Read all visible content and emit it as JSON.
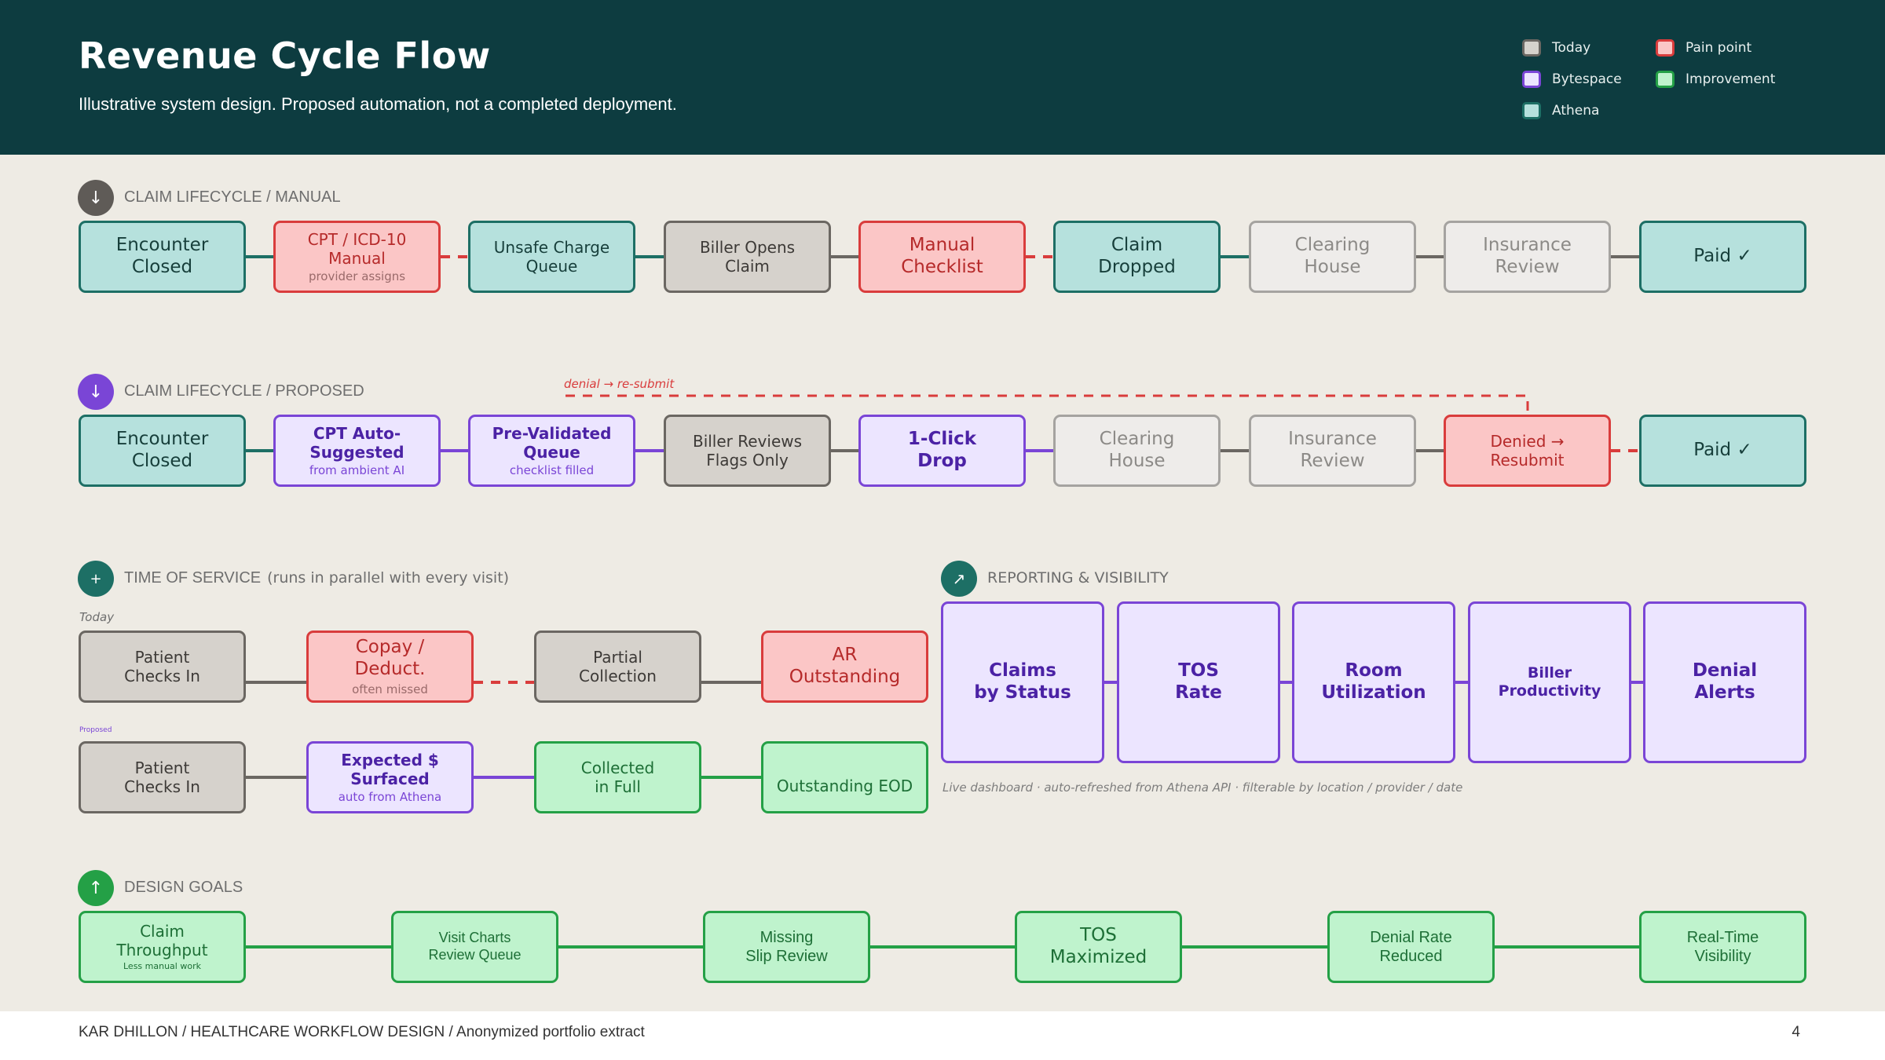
{
  "header": {
    "title": "Revenue Cycle Flow",
    "subtitle": "Illustrative system design. Proposed automation, not a completed deployment."
  },
  "legend": [
    {
      "key": "today",
      "label": "Today",
      "fill": "#d6d2cc",
      "border": "#6b6762"
    },
    {
      "key": "bytespace",
      "label": "Bytespace",
      "fill": "#ece5ff",
      "border": "#7a45d6"
    },
    {
      "key": "athena",
      "label": "Athena",
      "fill": "#b6e1dd",
      "border": "#1d6f65"
    },
    {
      "key": "pain",
      "label": "Pain point",
      "fill": "#fbc6c6",
      "border": "#d93c3c"
    },
    {
      "key": "improve",
      "label": "Improvement",
      "fill": "#bff3cd",
      "border": "#24a046"
    }
  ],
  "sections": {
    "manual": {
      "icon": "down-arrow-icon",
      "glyph": "↓",
      "color": "#5f5b57",
      "label": "CLAIM LIFECYCLE / MANUAL"
    },
    "proposed": {
      "icon": "down-arrow-icon",
      "glyph": "↓",
      "color": "#7a45d6",
      "label": "CLAIM LIFECYCLE / PROPOSED"
    },
    "tos": {
      "icon": "plus-icon",
      "glyph": "+",
      "color": "#1d6f65",
      "label": "TIME OF SERVICE",
      "note": "(runs in parallel with every visit)"
    },
    "reporting": {
      "icon": "trend-up-icon",
      "glyph": "↗",
      "color": "#1d6f65",
      "label": "REPORTING & VISIBILITY"
    },
    "goals": {
      "icon": "up-arrow-icon",
      "glyph": "↑",
      "color": "#24a046",
      "label": "DESIGN GOALS"
    }
  },
  "manual_row": [
    {
      "kind": "athena",
      "l1": "Encounter",
      "l2": "Closed",
      "sub": ""
    },
    {
      "kind": "pain",
      "l1": "CPT / ICD-10",
      "l2": "Manual",
      "sub": "provider assigns"
    },
    {
      "kind": "athena",
      "l1": "Unsafe Charge",
      "l2": "Queue",
      "sub": ""
    },
    {
      "kind": "today",
      "l1": "Biller Opens",
      "l2": "Claim",
      "sub": ""
    },
    {
      "kind": "pain",
      "l1": "Manual",
      "l2": "Checklist",
      "sub": ""
    },
    {
      "kind": "athena",
      "l1": "Claim",
      "l2": "Dropped",
      "sub": ""
    },
    {
      "kind": "ghost",
      "l1": "Clearing",
      "l2": "House",
      "sub": ""
    },
    {
      "kind": "ghost",
      "l1": "Insurance",
      "l2": "Review",
      "sub": ""
    },
    {
      "kind": "athena",
      "l1": "Paid ✓",
      "l2": "",
      "sub": ""
    }
  ],
  "proposed_row": [
    {
      "kind": "athena",
      "l1": "Encounter",
      "l2": "Closed",
      "sub": ""
    },
    {
      "kind": "byte",
      "l1": "CPT Auto-",
      "l2": "Suggested",
      "sub": "from ambient AI"
    },
    {
      "kind": "byte",
      "l1": "Pre-Validated",
      "l2": "Queue",
      "sub": "checklist filled"
    },
    {
      "kind": "today",
      "l1": "Biller Reviews",
      "l2": "Flags Only",
      "sub": ""
    },
    {
      "kind": "byte",
      "l1": "1-Click",
      "l2": "Drop",
      "sub": ""
    },
    {
      "kind": "ghost",
      "l1": "Clearing",
      "l2": "House",
      "sub": ""
    },
    {
      "kind": "ghost",
      "l1": "Insurance",
      "l2": "Review",
      "sub": ""
    },
    {
      "kind": "pain",
      "l1": "Denied →",
      "l2": "Resubmit",
      "sub": ""
    },
    {
      "kind": "athena",
      "l1": "Paid ✓",
      "l2": "",
      "sub": ""
    }
  ],
  "denial_label": "denial → re-submit",
  "tos_today_label": "Today",
  "tos_proposed_label": "Proposed",
  "tos_today": [
    {
      "kind": "today",
      "l1": "Patient",
      "l2": "Checks In",
      "sub": ""
    },
    {
      "kind": "pain",
      "l1": "Copay /",
      "l2": "Deduct.",
      "sub": "often missed"
    },
    {
      "kind": "today",
      "l1": "Partial",
      "l2": "Collection",
      "sub": ""
    },
    {
      "kind": "pain",
      "l1": "AR",
      "l2": "Outstanding",
      "sub": ""
    }
  ],
  "tos_proposed": [
    {
      "kind": "today",
      "l1": "Patient",
      "l2": "Checks In",
      "sub": ""
    },
    {
      "kind": "byte",
      "l1": "Expected $",
      "l2": "Surfaced",
      "sub": "auto from Athena"
    },
    {
      "kind": "improve",
      "l1": "Collected",
      "l2": "in Full",
      "sub": ""
    },
    {
      "kind": "improve",
      "l1": "Outstanding EOD",
      "l2": "",
      "sub": ""
    }
  ],
  "reporting": [
    {
      "l1": "Claims",
      "l2": "by Status"
    },
    {
      "l1": "TOS",
      "l2": "Rate"
    },
    {
      "l1": "Room",
      "l2": "Utilization"
    },
    {
      "l1": "Biller",
      "l2": "Productivity"
    },
    {
      "l1": "Denial",
      "l2": "Alerts"
    }
  ],
  "reporting_caption": "Live dashboard · auto-refreshed from Athena API · filterable by location / provider / date",
  "goals": [
    {
      "l1": "Claim",
      "l2": "Throughput",
      "sub": "Less manual work"
    },
    {
      "l1": "Visit Charts",
      "l2": "Review Queue",
      "sub": ""
    },
    {
      "l1": "Missing",
      "l2": "Slip Review",
      "sub": ""
    },
    {
      "l1": "TOS",
      "l2": "Maximized",
      "sub": ""
    },
    {
      "l1": "Denial Rate",
      "l2": "Reduced",
      "sub": ""
    },
    {
      "l1": "Real-Time",
      "l2": "Visibility",
      "sub": ""
    }
  ],
  "footer": {
    "text": "KAR DHILLON / HEALTHCARE WORKFLOW DESIGN / Anonymized portfolio extract",
    "page": "4"
  }
}
